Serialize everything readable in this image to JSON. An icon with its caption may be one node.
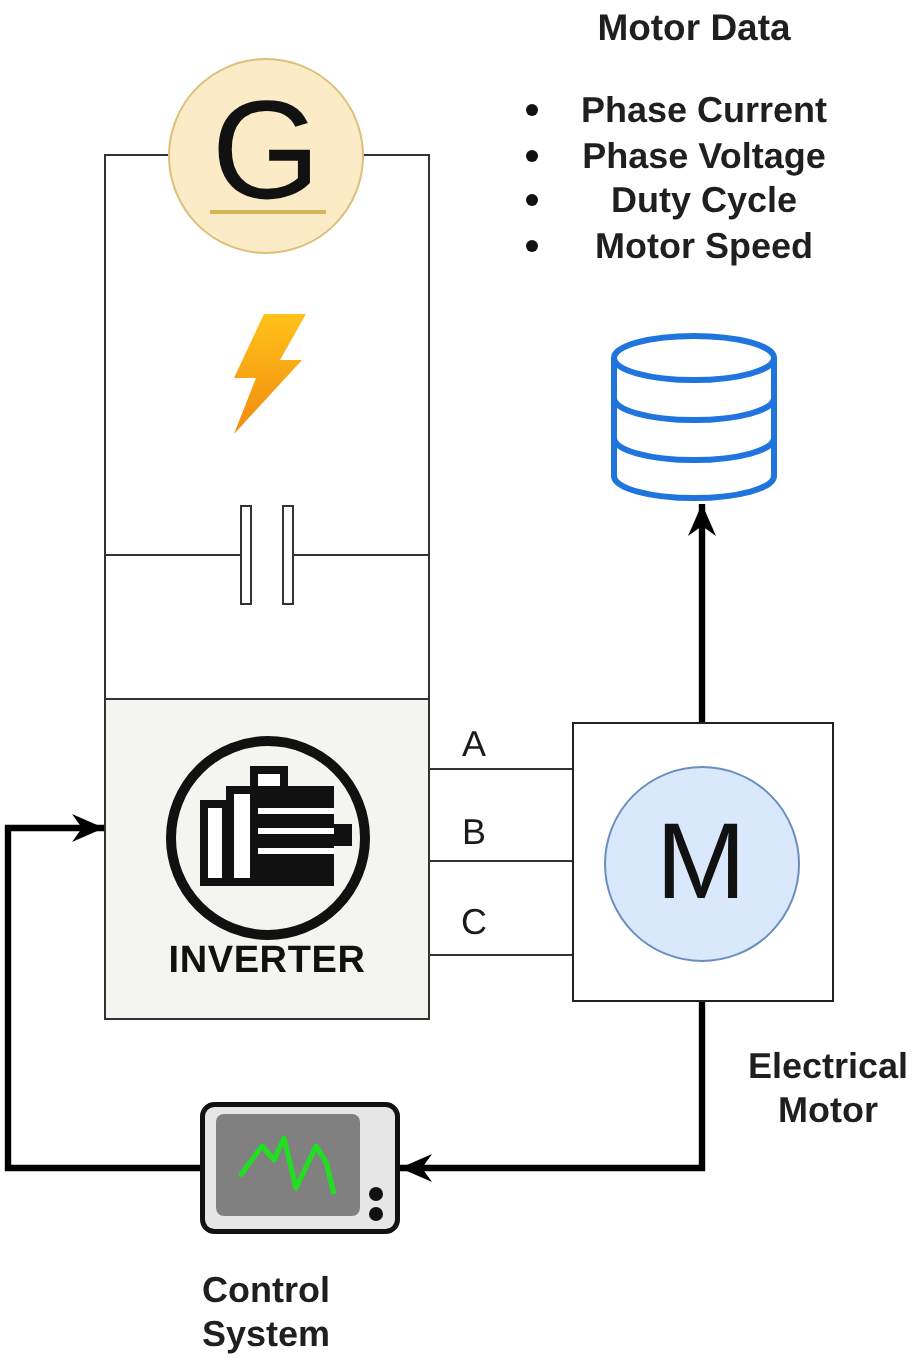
{
  "diagram": {
    "nodes": [
      {
        "text": [
          "G"
        ]
      },
      {
        "text": [],
        "shape": "cylinder",
        "beside": [
          "Motor Data",
          "Phase Current",
          "Phase Voltage",
          "Duty Cycle",
          "Motor Speed"
        ]
      },
      {
        "text": [
          "INVERTER"
        ]
      },
      {
        "text": [],
        "shape": "box",
        "beside": [
          "Electrical Motor"
        ]
      },
      {
        "text": [
          "M"
        ],
        "in": 3
      },
      {
        "text": [],
        "shape": "picture",
        "beside": [
          "Control System"
        ]
      }
    ],
    "edges": [
      {
        "from": 0,
        "to": 2,
        "arrow": "none"
      },
      {
        "from": 0,
        "to": 2,
        "arrow": "none"
      },
      {
        "from": 3,
        "to": 1,
        "arrow": "to",
        "style": "thick"
      },
      {
        "from": 2,
        "to": 3,
        "arrow": "none",
        "label": "A"
      },
      {
        "from": 2,
        "to": 3,
        "arrow": "none",
        "label": "B"
      },
      {
        "from": 2,
        "to": 3,
        "arrow": "none",
        "label": "C"
      },
      {
        "from": 3,
        "to": 5,
        "arrow": "to",
        "style": "thick"
      },
      {
        "from": 5,
        "to": 2,
        "arrow": "to",
        "style": "thick"
      }
    ]
  }
}
